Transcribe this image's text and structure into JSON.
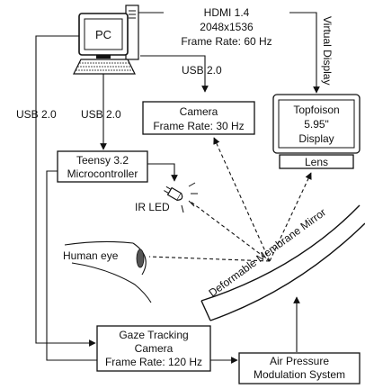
{
  "nodes": {
    "pc": {
      "label": "PC"
    },
    "hdmi": {
      "line1": "HDMI 1.4",
      "line2": "2048x1536",
      "line3": "Frame Rate: 60 Hz"
    },
    "virtual_display": {
      "label": "Virtual Display"
    },
    "topfoison": {
      "line1": "Topfoison",
      "line2": "5.95\"",
      "line3": "Display"
    },
    "lens": {
      "label": "Lens"
    },
    "camera": {
      "line1": "Camera",
      "line2": "Frame Rate: 30 Hz"
    },
    "teensy": {
      "line1": "Teensy 3.2",
      "line2": "Microcontroller"
    },
    "ir_led": {
      "label": "IR LED"
    },
    "human_eye": {
      "label": "Human eye"
    },
    "mirror": {
      "label": "Deformable Membrane Mirror"
    },
    "gaze": {
      "line1": "Gaze Tracking",
      "line2": "Camera",
      "line3": "Frame Rate: 120 Hz"
    },
    "air": {
      "line1": "Air Pressure",
      "line2": "Modulation System"
    }
  },
  "connections": {
    "usb_left": "USB 2.0",
    "usb_mid": "USB 2.0",
    "usb_camera": "USB 2.0"
  }
}
